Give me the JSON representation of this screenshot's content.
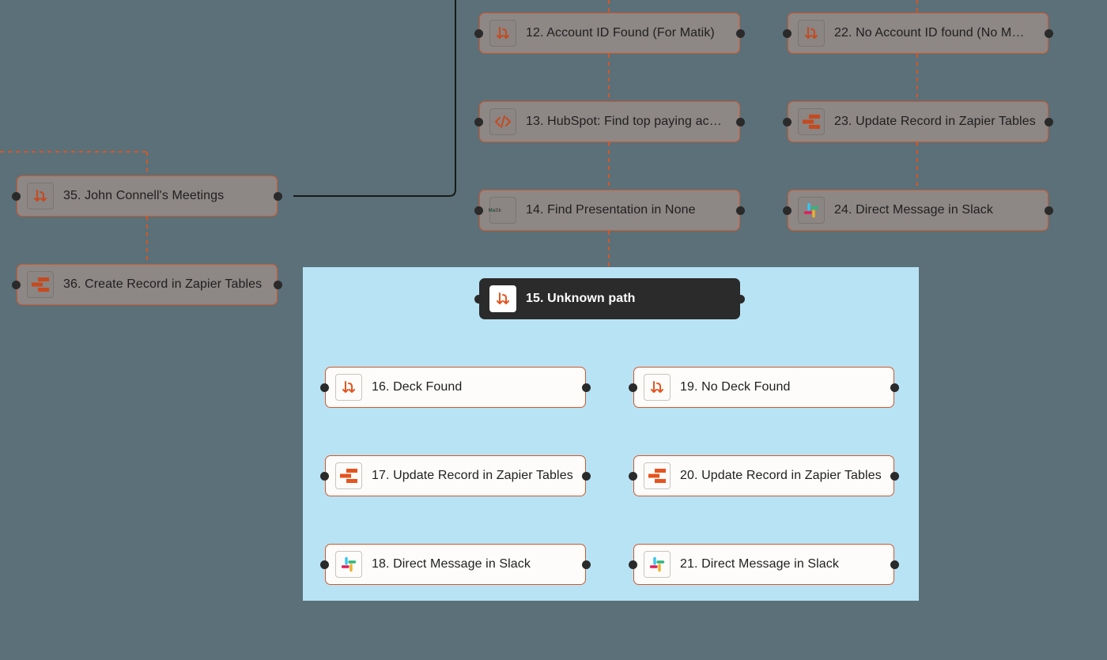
{
  "colors": {
    "canvas": "#5b7079",
    "highlight": "#b8e3f5",
    "accent": "#d2582a",
    "selected_node": "#2b2b2b",
    "dim_node": "#8d8786"
  },
  "nodes": {
    "n12": {
      "label": "12. Account ID Found (For Matik)",
      "icon": "paths-icon"
    },
    "n13": {
      "label": "13. HubSpot: Find top paying ac…",
      "icon": "code-icon"
    },
    "n14": {
      "label": "14. Find Presentation in None",
      "icon": "matik-icon",
      "icon_text": "Matik"
    },
    "n15": {
      "label": "15. Unknown path",
      "icon": "paths-icon"
    },
    "n16": {
      "label": "16. Deck Found",
      "icon": "paths-icon"
    },
    "n17": {
      "label": "17. Update Record in Zapier Tables",
      "icon": "zapier-tables-icon"
    },
    "n18": {
      "label": "18. Direct Message in Slack",
      "icon": "slack-icon"
    },
    "n19": {
      "label": "19. No Deck Found",
      "icon": "paths-icon"
    },
    "n20": {
      "label": "20. Update Record in Zapier Tables",
      "icon": "zapier-tables-icon"
    },
    "n21": {
      "label": "21. Direct Message in Slack",
      "icon": "slack-icon"
    },
    "n22": {
      "label": "22. No Account ID found (No M…",
      "icon": "paths-icon"
    },
    "n23": {
      "label": "23. Update Record in Zapier Tables",
      "icon": "zapier-tables-icon"
    },
    "n24": {
      "label": "24. Direct Message in Slack",
      "icon": "slack-icon"
    },
    "n35": {
      "label": "35. John Connell's Meetings",
      "icon": "paths-icon"
    },
    "n36": {
      "label": "36. Create Record in Zapier Tables",
      "icon": "zapier-tables-icon"
    }
  }
}
